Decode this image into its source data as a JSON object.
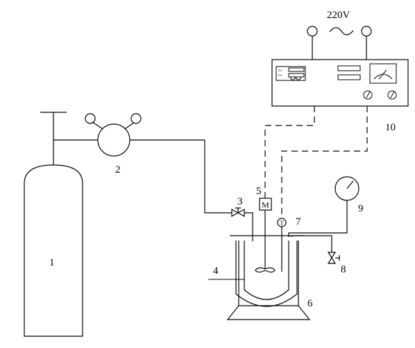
{
  "power": {
    "voltage_label": "220V"
  },
  "controller": {
    "sv_label": "SV",
    "pv_label": "PV"
  },
  "motor": {
    "symbol": "M"
  },
  "thermocouple": {
    "symbol": "T"
  },
  "labels": {
    "n1": "1",
    "n2": "2",
    "n3": "3",
    "n4": "4",
    "n5": "5",
    "n6": "6",
    "n7": "7",
    "n8": "8",
    "n9": "9",
    "n10": "10"
  }
}
